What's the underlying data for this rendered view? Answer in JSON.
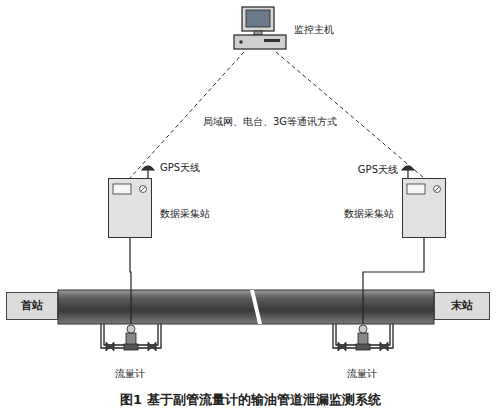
{
  "diagram": {
    "caption": "图1 基于副管流量计的输油管道泄漏监测系统",
    "nodes": [
      {
        "text": [
          "监控主机"
        ]
      },
      {
        "text": [
          "GPS天线",
          "数据采集站"
        ]
      },
      {
        "text": [
          "GPS天线",
          "数据采集站"
        ]
      },
      {
        "text": [
          "首站"
        ]
      },
      {
        "text": [
          "末站"
        ]
      },
      {
        "text": [
          "流量计"
        ]
      },
      {
        "text": [
          "流量计"
        ]
      }
    ],
    "edges": [
      {
        "from": 0,
        "to": 1,
        "arrow": "none"
      },
      {
        "from": 0,
        "to": 2,
        "arrow": "none"
      },
      {
        "from": 1,
        "to": 5,
        "arrow": "none"
      },
      {
        "from": 2,
        "to": 6,
        "arrow": "none"
      }
    ],
    "labels": [
      "局域网、电台、3G等通讯方式"
    ]
  }
}
